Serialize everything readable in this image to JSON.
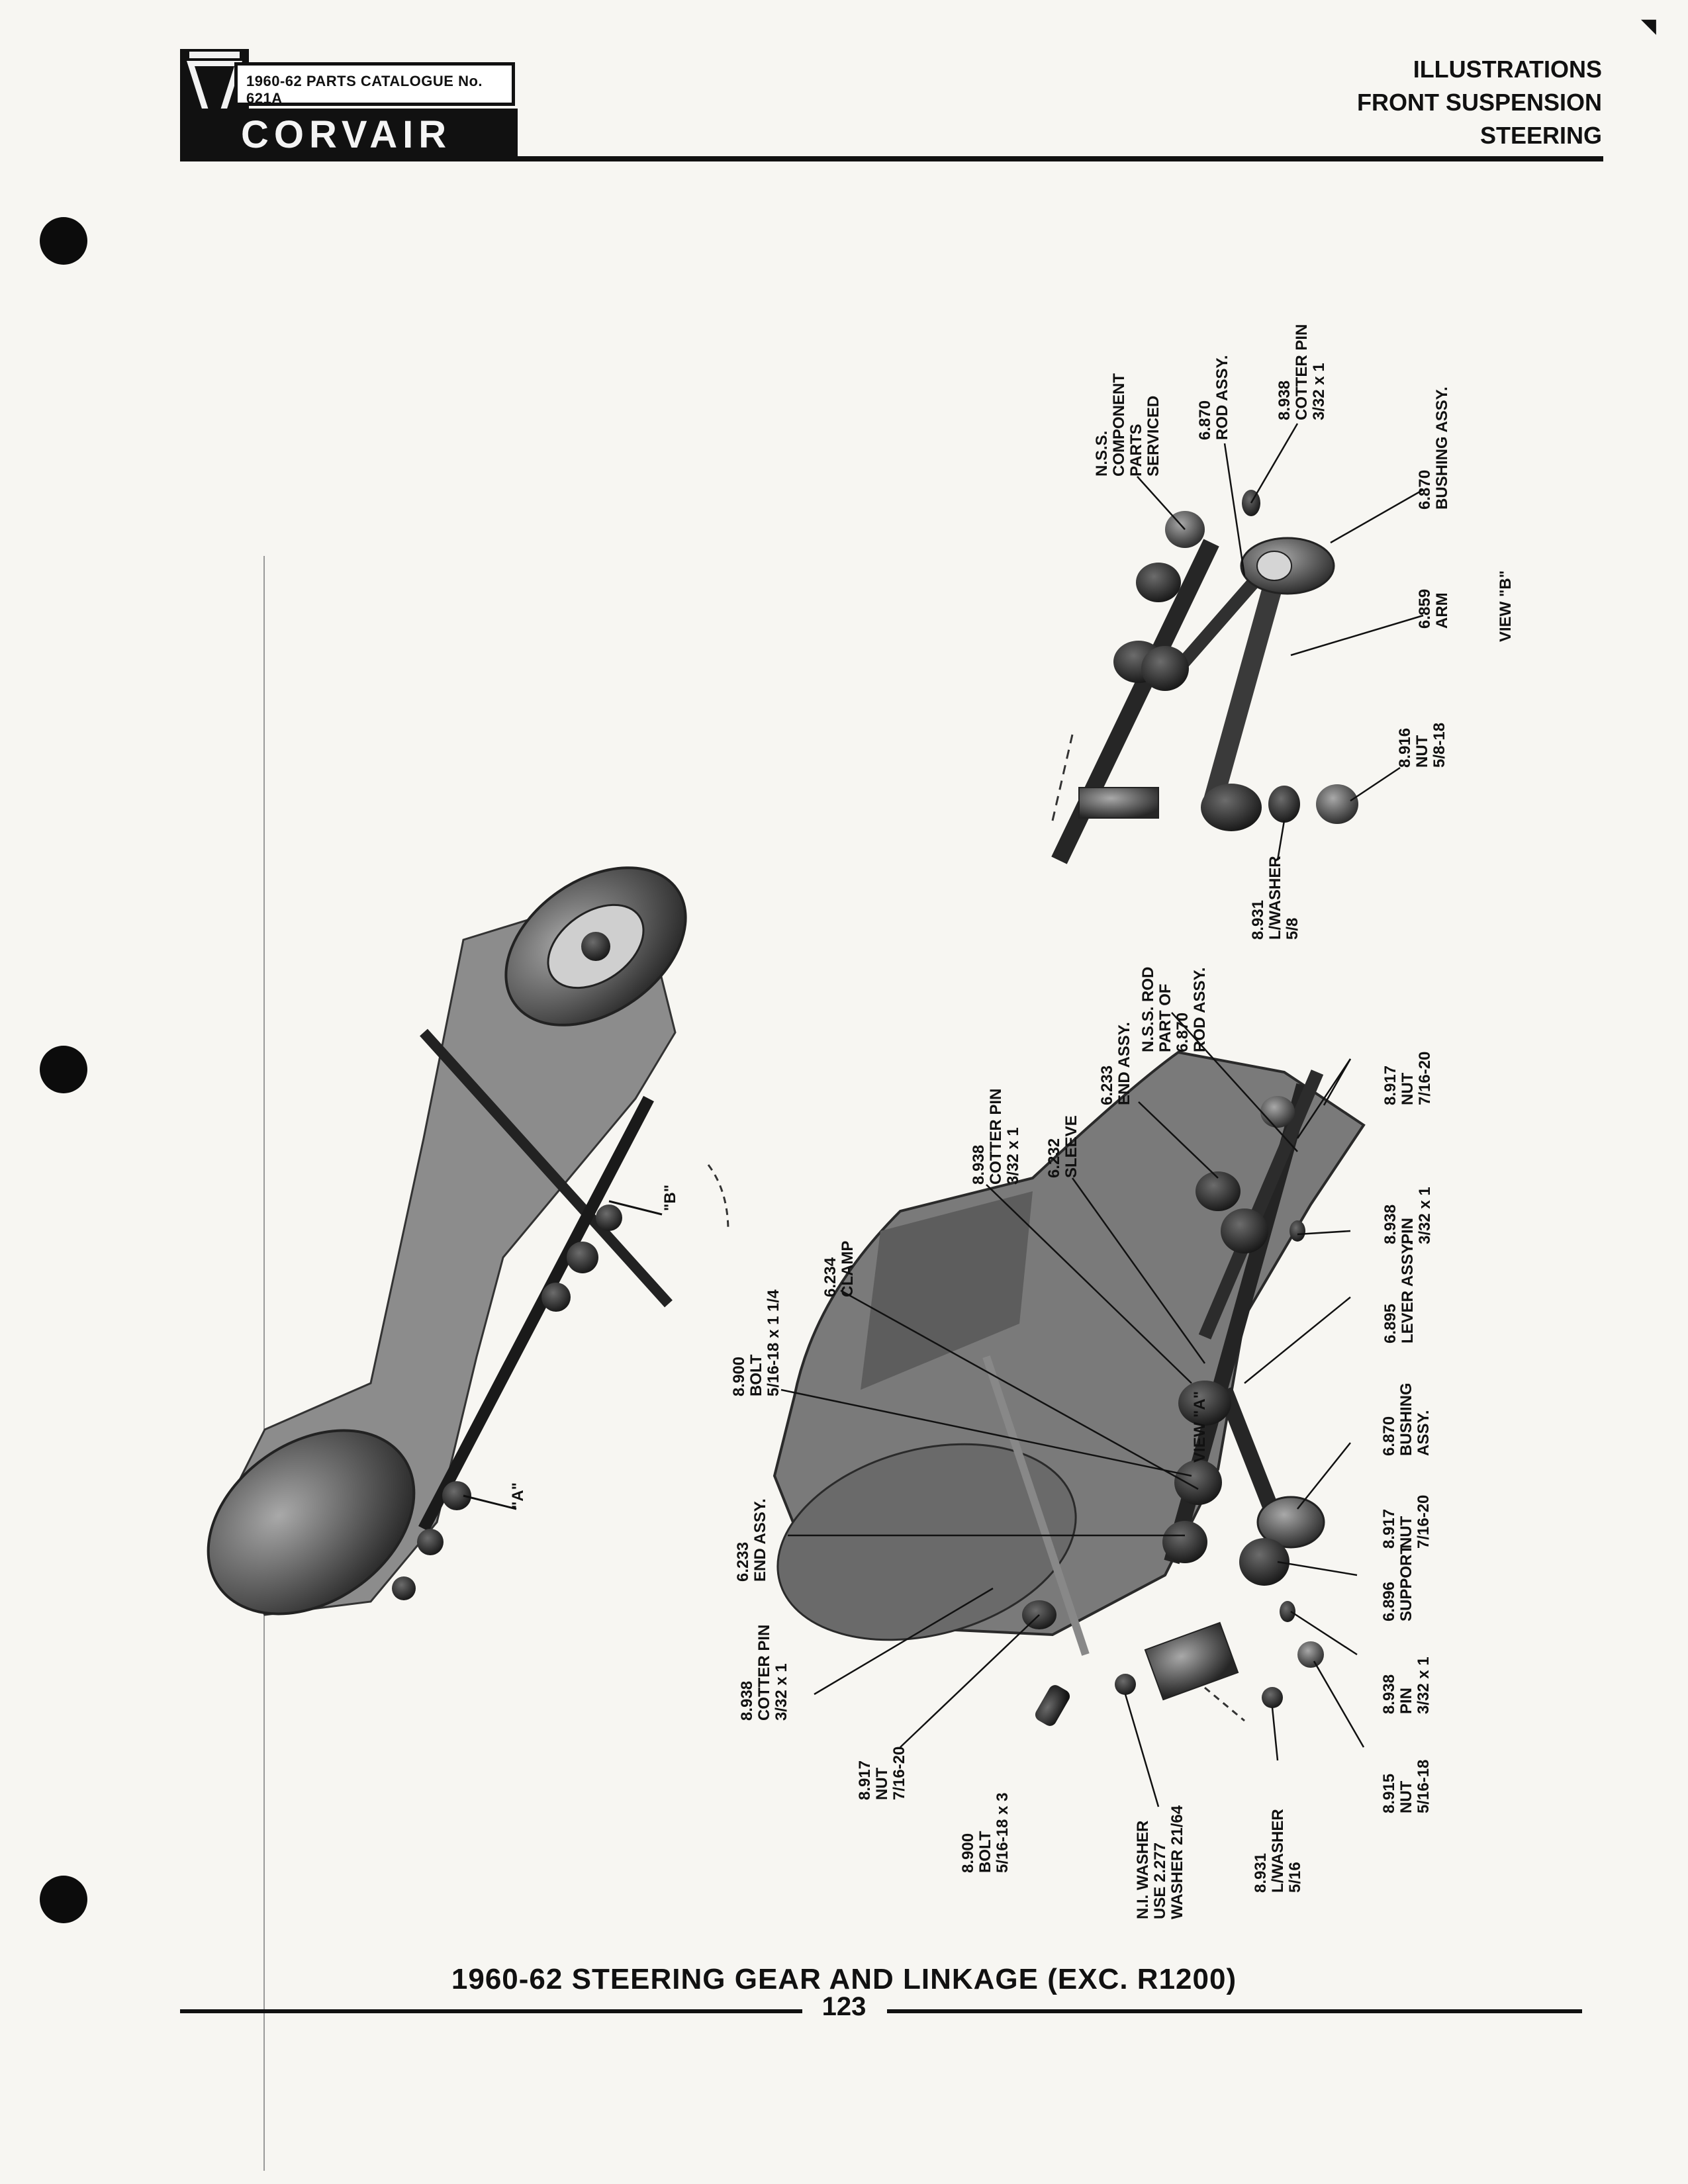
{
  "header": {
    "catalog": "1960-62 PARTS CATALOGUE No. 621A",
    "brand": "CORVAIR",
    "section_lines": [
      "ILLUSTRATIONS",
      "FRONT SUSPENSION",
      "STEERING"
    ]
  },
  "view_b": {
    "title": "VIEW \"B\"",
    "callouts": [
      {
        "lines": [
          "N.S.S.",
          "COMPONENT",
          "PARTS",
          "SERVICED"
        ]
      },
      {
        "lines": [
          "6.870",
          "ROD ASSY."
        ]
      },
      {
        "lines": [
          "8.938",
          "COTTER PIN",
          "3/32 x 1"
        ]
      },
      {
        "lines": [
          "6.870",
          "BUSHING ASSY."
        ]
      },
      {
        "lines": [
          "6.859",
          "ARM"
        ]
      },
      {
        "lines": [
          "8.916",
          "NUT",
          "5/8-18"
        ]
      },
      {
        "lines": [
          "8.931",
          "L/WASHER",
          "5/8"
        ]
      }
    ]
  },
  "view_a": {
    "title": "VIEW \"A\"",
    "callouts": [
      {
        "lines": [
          "N.S.S. ROD",
          "PART OF",
          "6.870",
          "ROD ASSY."
        ]
      },
      {
        "lines": [
          "6.233",
          "END ASSY."
        ]
      },
      {
        "lines": [
          "8.917",
          "NUT",
          "7/16-20"
        ]
      },
      {
        "lines": [
          "8.938",
          "COTTER PIN",
          "3/32 x 1"
        ]
      },
      {
        "lines": [
          "6.232",
          "SLEEVE"
        ]
      },
      {
        "lines": [
          "8.938",
          "PIN",
          "3/32 x 1"
        ]
      },
      {
        "lines": [
          "6.234",
          "CLAMP"
        ]
      },
      {
        "lines": [
          "6.895",
          "LEVER ASSY."
        ]
      },
      {
        "lines": [
          "8.900",
          "BOLT",
          "5/16-18 x 1 1/4"
        ]
      },
      {
        "lines": [
          "6.870",
          "BUSHING",
          "ASSY."
        ]
      },
      {
        "lines": [
          "8.917",
          "NUT",
          "7/16-20"
        ]
      },
      {
        "lines": [
          "6.233",
          "END ASSY."
        ]
      },
      {
        "lines": [
          "6.896",
          "SUPPORT"
        ]
      },
      {
        "lines": [
          "8.938",
          "COTTER PIN",
          "3/32 x 1"
        ]
      },
      {
        "lines": [
          "8.938",
          "PIN",
          "3/32 x 1"
        ]
      },
      {
        "lines": [
          "8.917",
          "NUT",
          "7/16-20"
        ]
      },
      {
        "lines": [
          "8.915",
          "NUT",
          "5/16-18"
        ]
      },
      {
        "lines": [
          "8.900",
          "BOLT",
          "5/16-18 x 3"
        ]
      },
      {
        "lines": [
          "N.I. WASHER",
          "USE 2.277",
          "WASHER 21/64"
        ]
      },
      {
        "lines": [
          "8.931",
          "L/WASHER",
          "5/16"
        ]
      }
    ]
  },
  "overview_markers": [
    "\"B\"",
    "\"A\""
  ],
  "caption": "1960-62 STEERING GEAR AND LINKAGE (EXC. R1200)",
  "page_number": "123"
}
